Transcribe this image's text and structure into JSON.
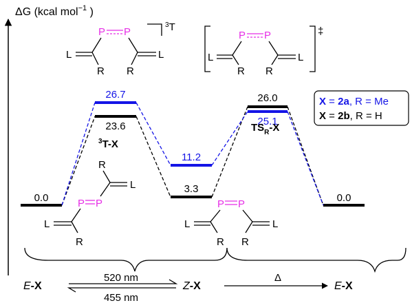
{
  "axis": {
    "label_prefix": "ΔG (kcal mol",
    "label_sup": "−1",
    "label_suffix": " )"
  },
  "levels": {
    "start_value": "0.0",
    "t_blue_value": "26.7",
    "t_black_value": "23.6",
    "z_blue_value": "11.2",
    "z_black_value": "3.3",
    "ts_black_value": "26.0",
    "ts_blue_value": "25.1",
    "end_value": "0.0"
  },
  "species": {
    "t_label_sup": "3",
    "t_label_main": "T-X",
    "ts_label_main": "TS",
    "ts_label_sub": "R",
    "ts_label_suffix": "-X",
    "triplet_tag_sup": "3",
    "triplet_tag_main": "T",
    "ts_dagger": "‡"
  },
  "atoms": {
    "P": "P",
    "L": "L",
    "R": "R"
  },
  "legend": {
    "row1_x": "X",
    "row1_eq": " = ",
    "row1_cmpd": "2a",
    "row1_rest": ", R = Me",
    "row2_x": "X",
    "row2_eq": " = ",
    "row2_cmpd": "2b",
    "row2_rest": ", R = H"
  },
  "scheme": {
    "e_italic": "E",
    "dash_x": "-X",
    "z_italic": "Z",
    "forward_label": "520 nm",
    "back_label": "455 nm",
    "thermal_label": "Δ"
  },
  "colors": {
    "blue": "#1414e6",
    "black": "#000000",
    "magenta": "#e62ee6"
  }
}
